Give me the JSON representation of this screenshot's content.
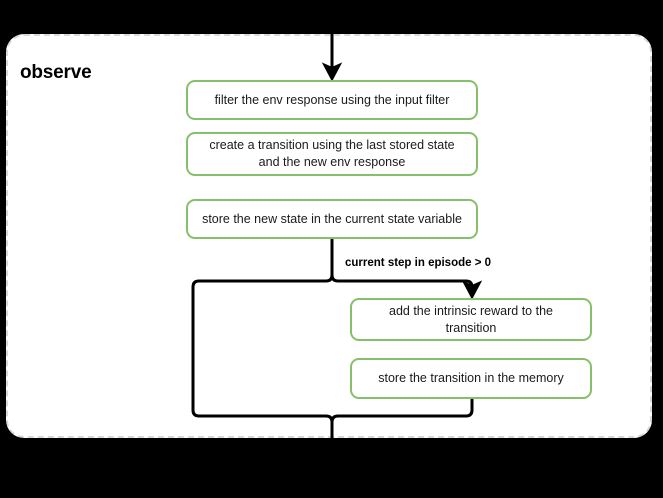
{
  "diagram": {
    "group": {
      "title": "observe",
      "border_style": "dashed",
      "border_color": "#d9d9d9",
      "fill": "#ffffff"
    },
    "canvas_background": "#000000",
    "node_border_color": "#86c06a",
    "edge_color": "#000000",
    "nodes": [
      {
        "id": "filter",
        "label": "filter the env response using the input filter"
      },
      {
        "id": "create",
        "label": "create a transition using the last stored state and the new env response"
      },
      {
        "id": "store_state",
        "label": "store the new state in the current state variable"
      },
      {
        "id": "intrinsic",
        "label": "add the intrinsic reward to the transition"
      },
      {
        "id": "store_trans",
        "label": "store the transition in the memory"
      }
    ],
    "edge_labels": [
      {
        "id": "branch_condition",
        "label": "current step in episode > 0"
      }
    ]
  }
}
